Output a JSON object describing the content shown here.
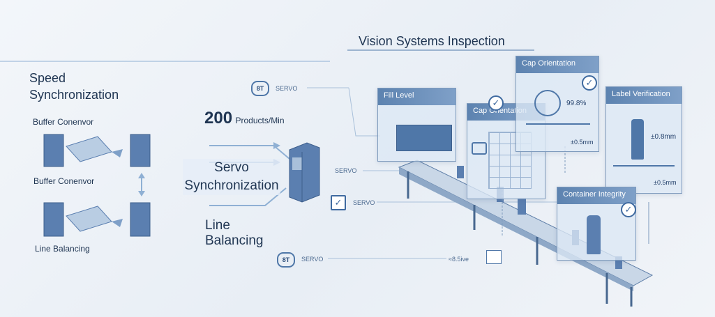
{
  "left": {
    "section_title": "Speed\nSynchronization",
    "buffer_label_top": "Buffer Conenvor",
    "buffer_label_bottom": "Buffer Conenvor",
    "line_balancing_label": "Line Balancing"
  },
  "center": {
    "rate_value": "200",
    "rate_unit": "Products/Min",
    "servo_sync": "Servo\nSynchronization",
    "line_balancing": "Line\nBalancing",
    "top_tag": "SERVO",
    "mid_tag": "SERVO",
    "check_tag": "SERVO",
    "bottom_tag": "SERVO",
    "bottom_right_tag": "≈8.5ive",
    "badge_text": "8T"
  },
  "right": {
    "title": "Vision Systems Inspection",
    "panels": {
      "fill_level": {
        "title": "Fill Level"
      },
      "cap_orientation_a": {
        "title": "Cap Orientation"
      },
      "cap_orientation_b": {
        "title": "Cap Orientation",
        "value": "99.8%",
        "foot": "±0.5mm"
      },
      "label_verification": {
        "title": "Label Verification",
        "value": "±0.8mm",
        "foot": "±0.5mm"
      },
      "container_integrity": {
        "title": "Container Integrity"
      }
    }
  },
  "colors": {
    "accent": "#4f77a8",
    "line": "#8fb0d4",
    "dark": "#1f3552"
  },
  "icons": [
    "check-icon",
    "servo-badge-icon",
    "cabinet-icon",
    "conveyor-icon",
    "target-icon",
    "bottle-icon",
    "camera-icon"
  ]
}
